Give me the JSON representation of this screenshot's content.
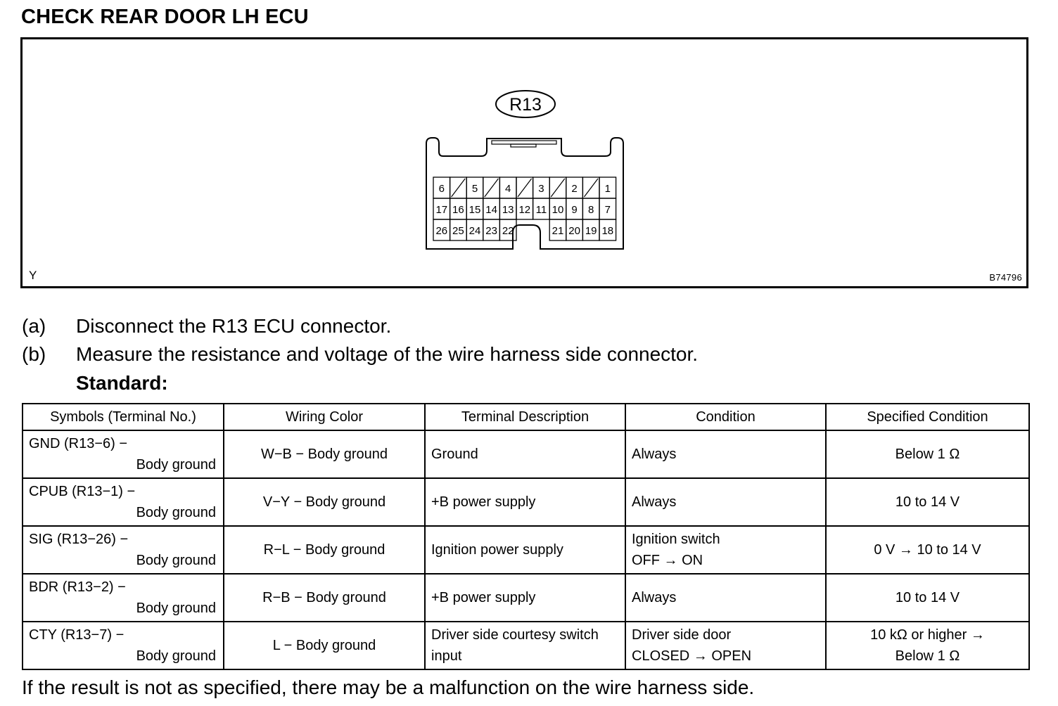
{
  "title": "CHECK REAR DOOR LH ECU",
  "figure": {
    "connector_label": "R13",
    "corner_left": "Y",
    "corner_right": "B74796",
    "terminal_rows": [
      [
        "6",
        "",
        "5",
        "",
        "4",
        "",
        "3",
        "",
        "2",
        "",
        "1"
      ],
      [
        "17",
        "16",
        "15",
        "14",
        "13",
        "12",
        "11",
        "10",
        "9",
        "8",
        "7"
      ],
      [
        "26",
        "25",
        "24",
        "23",
        "22",
        "",
        "",
        "21",
        "20",
        "19",
        "18"
      ]
    ]
  },
  "steps": [
    {
      "tag": "(a)",
      "text": "Disconnect the R13 ECU connector."
    },
    {
      "tag": "(b)",
      "text": "Measure the resistance and voltage of the wire harness side connector."
    }
  ],
  "standard_label": "Standard:",
  "table": {
    "headers": [
      "Symbols (Terminal No.)",
      "Wiring Color",
      "Terminal Description",
      "Condition",
      "Specified Condition"
    ],
    "rows": [
      {
        "sym1": "GND (R13−6) −",
        "sym2": "Body ground",
        "color": "W−B − Body ground",
        "desc1": "Ground",
        "desc2": "",
        "cond1": "Always",
        "cond2": "",
        "spec1": "Below 1 Ω",
        "spec2": ""
      },
      {
        "sym1": "CPUB (R13−1) −",
        "sym2": "Body ground",
        "color": "V−Y − Body ground",
        "desc1": "+B power supply",
        "desc2": "",
        "cond1": "Always",
        "cond2": "",
        "spec1": "10 to 14 V",
        "spec2": ""
      },
      {
        "sym1": "SIG (R13−26) −",
        "sym2": "Body ground",
        "color": "R−L − Body ground",
        "desc1": "Ignition power supply",
        "desc2": "",
        "cond1": "Ignition switch",
        "cond2": "OFF → ON",
        "spec1": "0 V → 10 to 14 V",
        "spec2": ""
      },
      {
        "sym1": "BDR (R13−2) −",
        "sym2": "Body ground",
        "color": "R−B − Body ground",
        "desc1": "+B power supply",
        "desc2": "",
        "cond1": "Always",
        "cond2": "",
        "spec1": "10 to 14 V",
        "spec2": ""
      },
      {
        "sym1": "CTY (R13−7) −",
        "sym2": "Body ground",
        "color": "L − Body ground",
        "desc1": "Driver side courtesy switch",
        "desc2": "input",
        "cond1": "Driver side door",
        "cond2": "CLOSED → OPEN",
        "spec1": "10 kΩ or higher →",
        "spec2": "Below 1 Ω"
      }
    ]
  },
  "footer": "If the result is not as specified, there may be a malfunction on the wire harness side."
}
